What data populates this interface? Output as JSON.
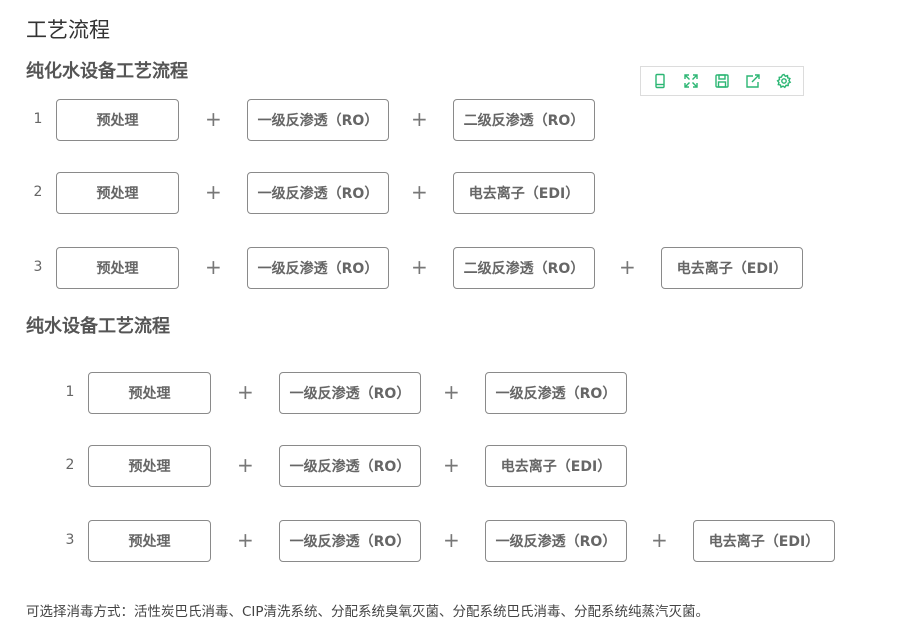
{
  "page_title": "工艺流程",
  "toolbar": {
    "accent": "#2bb673",
    "icons": [
      "mobile-icon",
      "fullscreen-icon",
      "save-icon",
      "share-icon",
      "settings-icon"
    ]
  },
  "sections": [
    {
      "title": "纯化水设备工艺流程",
      "rows": [
        {
          "num": "1",
          "steps": [
            "预处理",
            "一级反渗透（RO）",
            "二级反渗透（RO）"
          ]
        },
        {
          "num": "2",
          "steps": [
            "预处理",
            "一级反渗透（RO）",
            "电去离子（EDI）"
          ]
        },
        {
          "num": "3",
          "steps": [
            "预处理",
            "一级反渗透（RO）",
            "二级反渗透（RO）",
            "电去离子（EDI）"
          ]
        }
      ]
    },
    {
      "title": "纯水设备工艺流程",
      "rows": [
        {
          "num": "1",
          "steps": [
            "预处理",
            "一级反渗透（RO）",
            "一级反渗透（RO）"
          ]
        },
        {
          "num": "2",
          "steps": [
            "预处理",
            "一级反渗透（RO）",
            "电去离子（EDI）"
          ]
        },
        {
          "num": "3",
          "steps": [
            "预处理",
            "一级反渗透（RO）",
            "一级反渗透（RO）",
            "电去离子（EDI）"
          ]
        }
      ]
    }
  ],
  "plus_sign": "+",
  "note": "可选择消毒方式：活性炭巴氏消毒、CIP清洗系统、分配系统臭氧灭菌、分配系统巴氏消毒、分配系统纯蒸汽灭菌。"
}
